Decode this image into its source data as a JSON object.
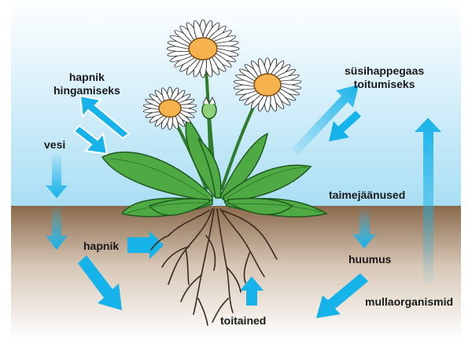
{
  "labels": {
    "oxygen_respiration_line1": "hapnik",
    "oxygen_respiration_line2": "hingamiseks",
    "co2_line1": "süsihappegaas",
    "co2_line2": "toitumiseks",
    "water": "vesi",
    "plant_residues": "taimejäänused",
    "oxygen_soil": "hapnik",
    "humus": "huumus",
    "soil_organisms": "mullaorganismid",
    "nutrients": "toitained"
  },
  "colors": {
    "sky_top": "#ffffff",
    "sky_bottom": "#a9def4",
    "soil_top": "#8a6a4c",
    "soil_bottom": "#ffffff",
    "arrow": "#16b2ea",
    "leaf": "#4faa43",
    "leaf_dark": "#2f7d2c",
    "petal": "#ffffff",
    "flower_center": "#f6b24d",
    "root": "#3a2a1e"
  }
}
